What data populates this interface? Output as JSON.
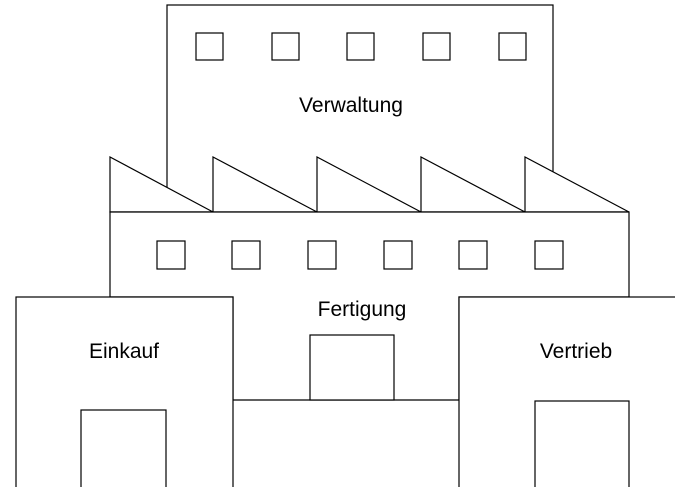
{
  "labels": {
    "admin": "Verwaltung",
    "production": "Fertigung",
    "purchasing": "Einkauf",
    "sales": "Vertrieb"
  },
  "colors": {
    "stroke": "#000000",
    "fill": "#ffffff"
  }
}
